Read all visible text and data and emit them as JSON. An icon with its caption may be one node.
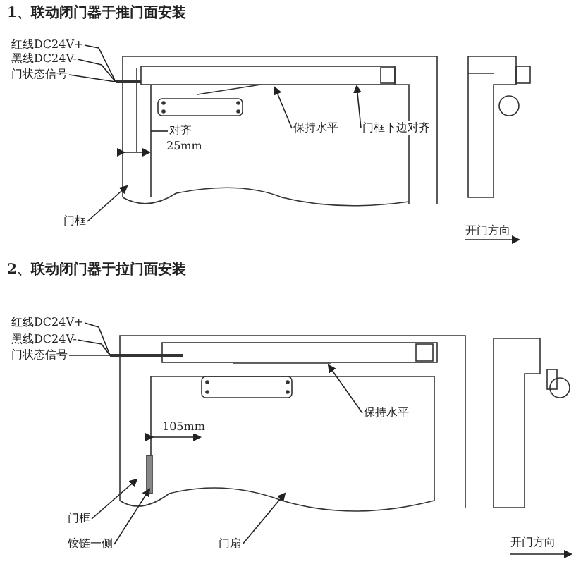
{
  "diagram": {
    "nodes": [
      {
        "text": [
          "红线DC24V+"
        ]
      },
      {
        "text": [
          "黑线DC24V-"
        ]
      },
      {
        "text": [
          "门状态信号"
        ]
      },
      {
        "text": [
          "对齐"
        ]
      },
      {
        "text": [
          "保持水平"
        ]
      },
      {
        "text": [
          "门框下边对齐"
        ]
      },
      {
        "text": [
          "门框"
        ]
      },
      {
        "text": [
          "开门方向"
        ]
      },
      {
        "text": [
          "红线DC24V+"
        ]
      },
      {
        "text": [
          "黑线DC24V-"
        ]
      },
      {
        "text": [
          "门状态信号"
        ]
      },
      {
        "text": [
          "保持水平"
        ]
      },
      {
        "text": [
          "门框"
        ]
      },
      {
        "text": [
          "铰链一侧"
        ]
      },
      {
        "text": [
          "门扇"
        ]
      },
      {
        "text": [
          "开门方向"
        ]
      }
    ],
    "edges": [
      {
        "from": 0,
        "to": null,
        "arrow": "none"
      },
      {
        "from": 1,
        "to": null,
        "arrow": "none"
      },
      {
        "from": 2,
        "to": null,
        "arrow": "none"
      },
      {
        "from": 3,
        "to": null,
        "arrow": "none"
      },
      {
        "from": 4,
        "to": null,
        "arrow": "to"
      },
      {
        "from": 5,
        "to": null,
        "arrow": "to"
      },
      {
        "from": 6,
        "to": null,
        "arrow": "to"
      },
      {
        "from": 8,
        "to": null,
        "arrow": "none"
      },
      {
        "from": 9,
        "to": null,
        "arrow": "none"
      },
      {
        "from": 10,
        "to": null,
        "arrow": "none"
      },
      {
        "from": 11,
        "to": null,
        "arrow": "to"
      },
      {
        "from": 12,
        "to": null,
        "arrow": "to"
      },
      {
        "from": 13,
        "to": null,
        "arrow": "to"
      },
      {
        "from": 14,
        "to": null,
        "arrow": "to"
      }
    ],
    "labels": [
      "1、联动闭门器于推门面安装",
      "25mm",
      "2、联动闭门器于拉门面安装",
      "105mm"
    ]
  }
}
